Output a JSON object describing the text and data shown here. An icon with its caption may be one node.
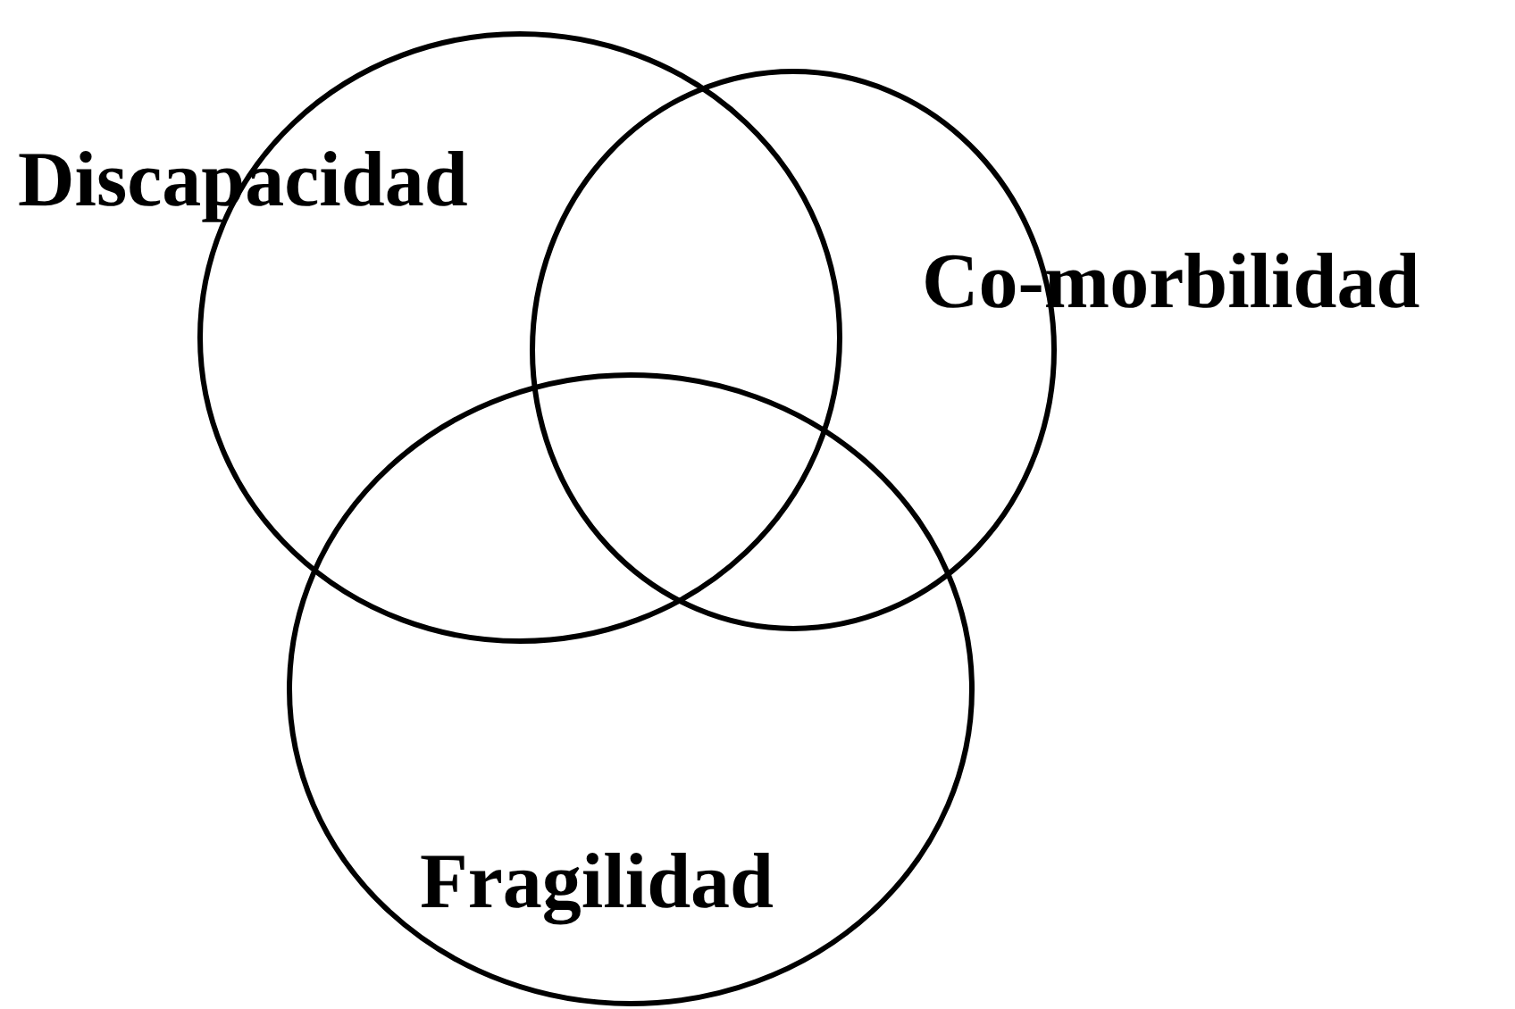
{
  "diagram": {
    "nodes": [
      {
        "text": [
          "Discapacidad"
        ]
      },
      {
        "text": [
          "Co-morbilidad"
        ]
      },
      {
        "text": [
          "Fragilidad"
        ]
      }
    ]
  }
}
